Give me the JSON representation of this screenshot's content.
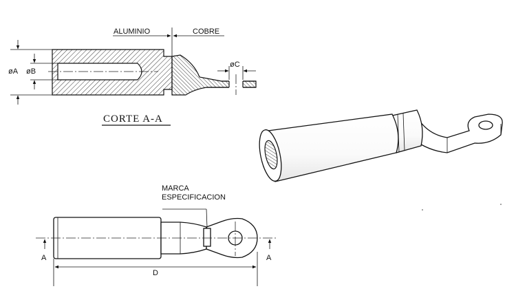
{
  "section_view": {
    "label_aluminio": "ALUMINIO",
    "label_cobre": "COBRE",
    "dim_a": "øA",
    "dim_b": "øB",
    "dim_c": "øC",
    "title": "CORTE A-A"
  },
  "plan_view": {
    "marca_line1": "MARCA",
    "marca_line2": "ESPECIFICACION",
    "section_mark_left": "A",
    "section_mark_right": "A",
    "dim_d": "D"
  },
  "colors": {
    "line": "#111111",
    "hatch": "#222222",
    "background": "#ffffff"
  }
}
